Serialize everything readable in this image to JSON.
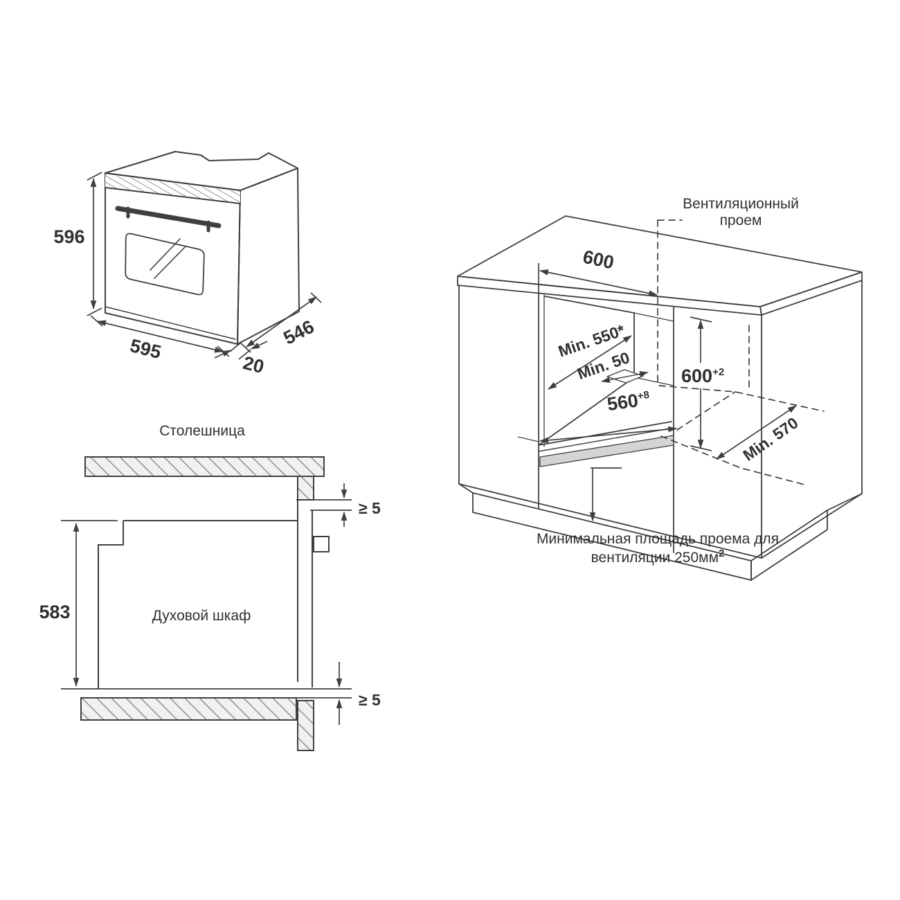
{
  "colors": {
    "line": "#3f3f3f",
    "text": "#303030",
    "hatch_fill": "#f1f1f1",
    "hatch_line": "#8f8f8f",
    "vent_strip_fill": "#d4d4d4",
    "background": "#ffffff"
  },
  "oven_view": {
    "height": "596",
    "width": "595",
    "depth": "546",
    "door_depth": "20"
  },
  "cabinet_view": {
    "vent_line1": "Вентиляционный",
    "vent_line2": "проем",
    "width_top": "600",
    "depth_min": "Min. 550*",
    "back_gap_min": "Min. 50",
    "niche_width": "560",
    "niche_width_tol": "+8",
    "niche_height": "600",
    "niche_height_tol": "+2",
    "depth_min_right": "Min. 570",
    "vent_caption_1": "Минимальная площадь проема для",
    "vent_caption_2": "вентиляции 250мм",
    "vent_caption_2_sup": "2"
  },
  "section_view": {
    "countertop": "Столешница",
    "oven": "Духовой шкаф",
    "height": "583",
    "gap_top": "≥ 5",
    "gap_bottom": "≥ 5"
  }
}
